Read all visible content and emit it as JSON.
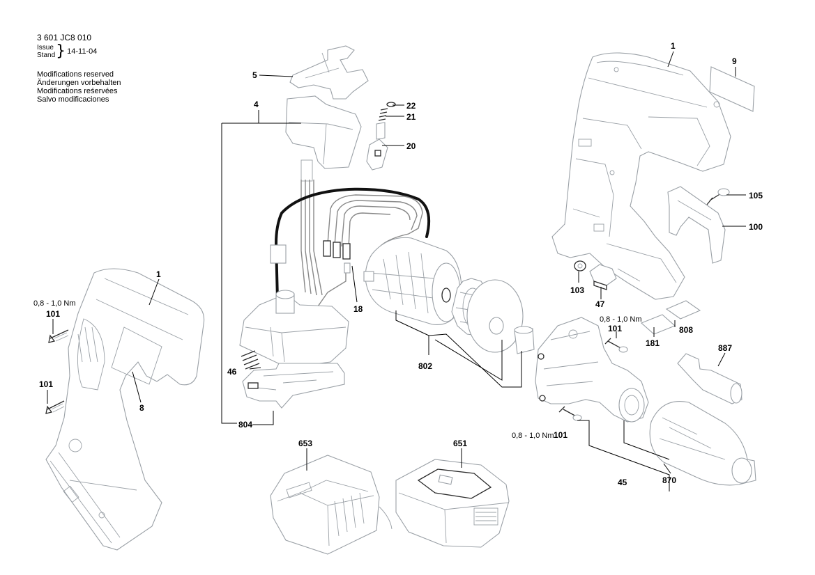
{
  "header": {
    "doc_number": "3 601 JC8 010",
    "issue_label": "Issue",
    "stand_label": "Stand",
    "issue_date": "14-11-04",
    "modifications": [
      "Modifications reserved",
      "Änderungen vorbehalten",
      "Modifications reśervées",
      "Salvo modificaciones"
    ]
  },
  "labels": {
    "p1_left": "1",
    "p1_right": "9",
    "p1_housing": "1",
    "p4": "4",
    "p5": "5",
    "p8": "8",
    "p18": "18",
    "p20": "20",
    "p21": "21",
    "p22": "22",
    "p45": "45",
    "p46": "46",
    "p47": "47",
    "p100": "100",
    "p101_a": "101",
    "p101_b": "101",
    "p101_c": "101",
    "p101_d": "101",
    "p103": "103",
    "p105": "105",
    "p181": "181",
    "p651": "651",
    "p653": "653",
    "p802": "802",
    "p804": "804",
    "p808": "808",
    "p870": "870",
    "p887": "887"
  },
  "torques": {
    "t_left": "0,8 - 1,0 Nm",
    "t_mid_top": "0,8 - 1,0 Nm",
    "t_mid_bottom": "0,8 - 1,0 Nm"
  }
}
